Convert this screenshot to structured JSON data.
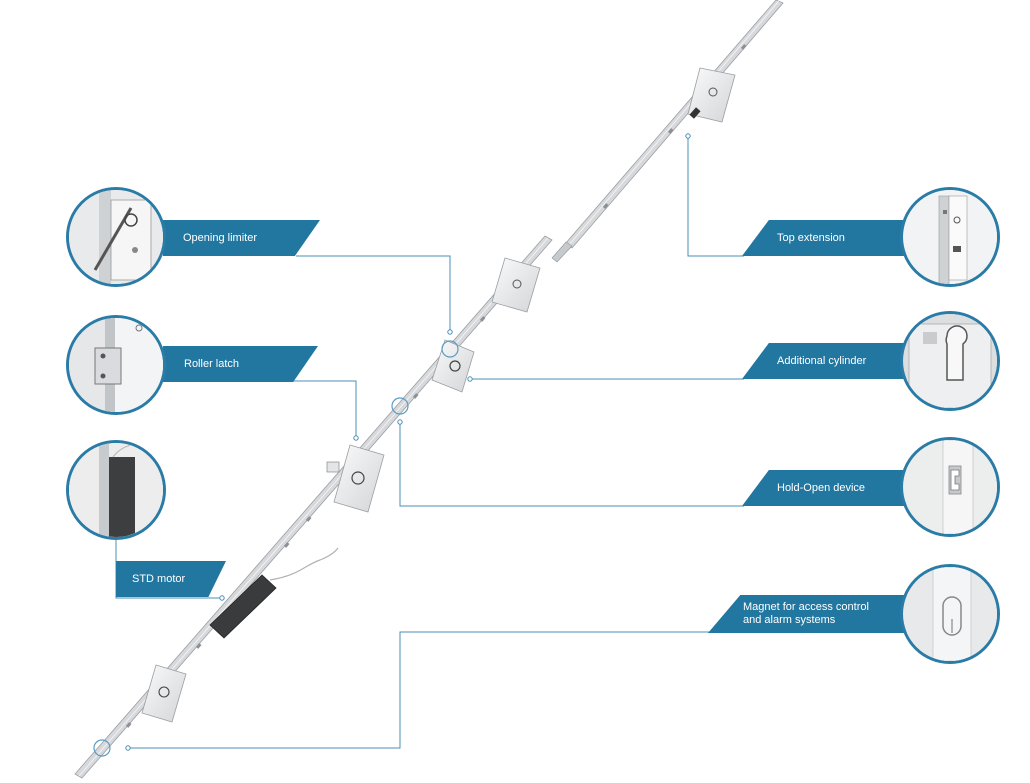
{
  "diagram": {
    "accent_color": "#2277a1",
    "line_color": "#4a8fb3",
    "callouts": [
      {
        "id": "opening-limiter",
        "label": "Opening limiter",
        "side": "left",
        "icon": "opening-limiter-detail"
      },
      {
        "id": "roller-latch",
        "label": "Roller latch",
        "side": "left",
        "icon": "roller-latch-detail"
      },
      {
        "id": "std-motor",
        "label": "STD motor",
        "side": "left",
        "icon": "std-motor-detail"
      },
      {
        "id": "top-extension",
        "label": "Top extension",
        "side": "right",
        "icon": "top-extension-detail"
      },
      {
        "id": "additional-cylinder",
        "label": "Additional cylinder",
        "side": "right",
        "icon": "cylinder-detail"
      },
      {
        "id": "hold-open-device",
        "label": "Hold-Open device",
        "side": "right",
        "icon": "hold-open-detail"
      },
      {
        "id": "magnet",
        "label": "Magnet for access control\nand alarm systems",
        "side": "right",
        "icon": "magnet-detail"
      }
    ]
  }
}
